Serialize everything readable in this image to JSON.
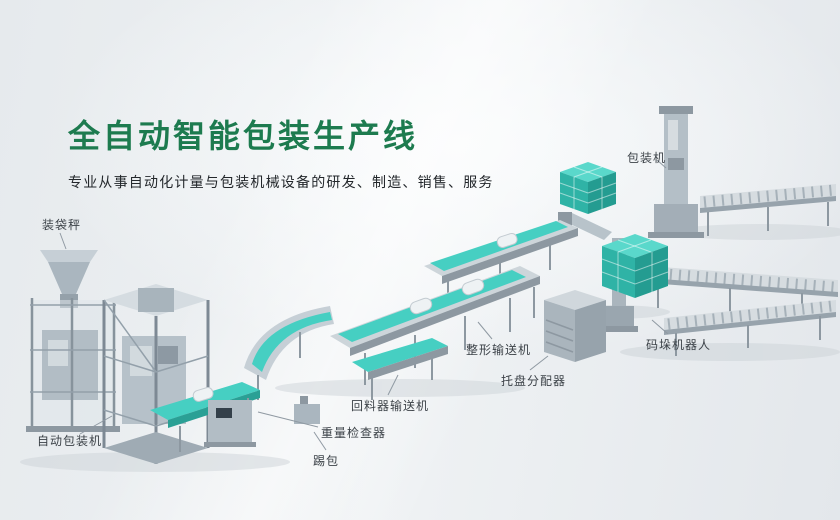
{
  "page": {
    "title": "全自动智能包装生产线",
    "subtitle": "专业从事自动化计量与包装机械设备的研发、制造、销售、服务"
  },
  "labels": [
    {
      "id": "bagging-scale",
      "text": "装袋秤"
    },
    {
      "id": "packing-machine",
      "text": "包装机"
    },
    {
      "id": "shaping-conveyor",
      "text": "整形输送机"
    },
    {
      "id": "palletizing-robot",
      "text": "码垛机器人"
    },
    {
      "id": "pallet-distributor",
      "text": "托盘分配器"
    },
    {
      "id": "return-conveyor",
      "text": "回料器输送机"
    },
    {
      "id": "weight-checker",
      "text": "重量检查器"
    },
    {
      "id": "kick-bag",
      "text": "踢包"
    },
    {
      "id": "auto-packing-machine",
      "text": "自动包装机"
    }
  ],
  "colors": {
    "title_green": "#1d7b4f",
    "belt_teal": "#46cfc2",
    "box_teal": "#3fc7ba",
    "machine_gray": "#b6c1c9",
    "label_text": "#3c4248",
    "background": "#edf0f3"
  }
}
